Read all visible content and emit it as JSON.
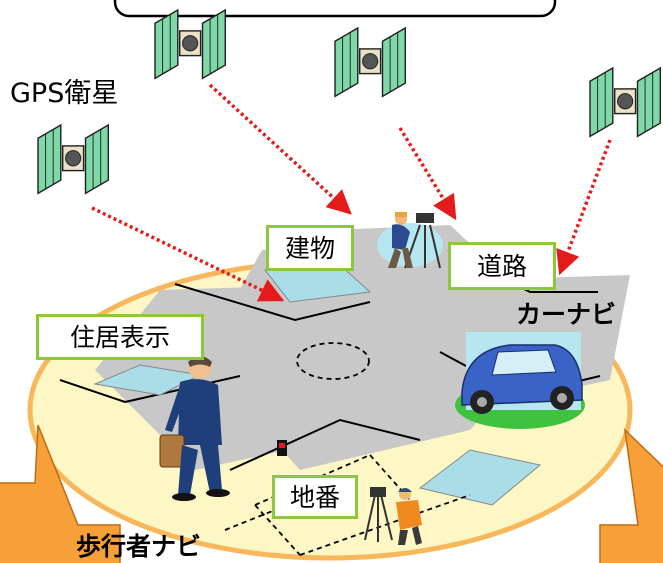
{
  "labels": {
    "gps": "GPS衛星",
    "building": "建物",
    "road": "道路",
    "address": "住居表示",
    "lot": "地番",
    "carnavi": "カーナビ",
    "pedestrian": "歩行者ナビ"
  },
  "colors": {
    "label_border": "#8dc63f",
    "plaza_fill": "#fdf6c5",
    "plaza_border": "#f7b75a",
    "road": "#c8c8c8",
    "pool": "#a9dde8",
    "arrow": "#e31b1b",
    "callout": "#f7a03a",
    "satellite_panel": "#7fd8a8",
    "car_body": "#3a63c8",
    "grass": "#3fc23f"
  },
  "icons": [
    "satellite-icon",
    "surveyor-icon",
    "pedestrian-icon",
    "car-icon",
    "surveyor-tripod-icon"
  ]
}
